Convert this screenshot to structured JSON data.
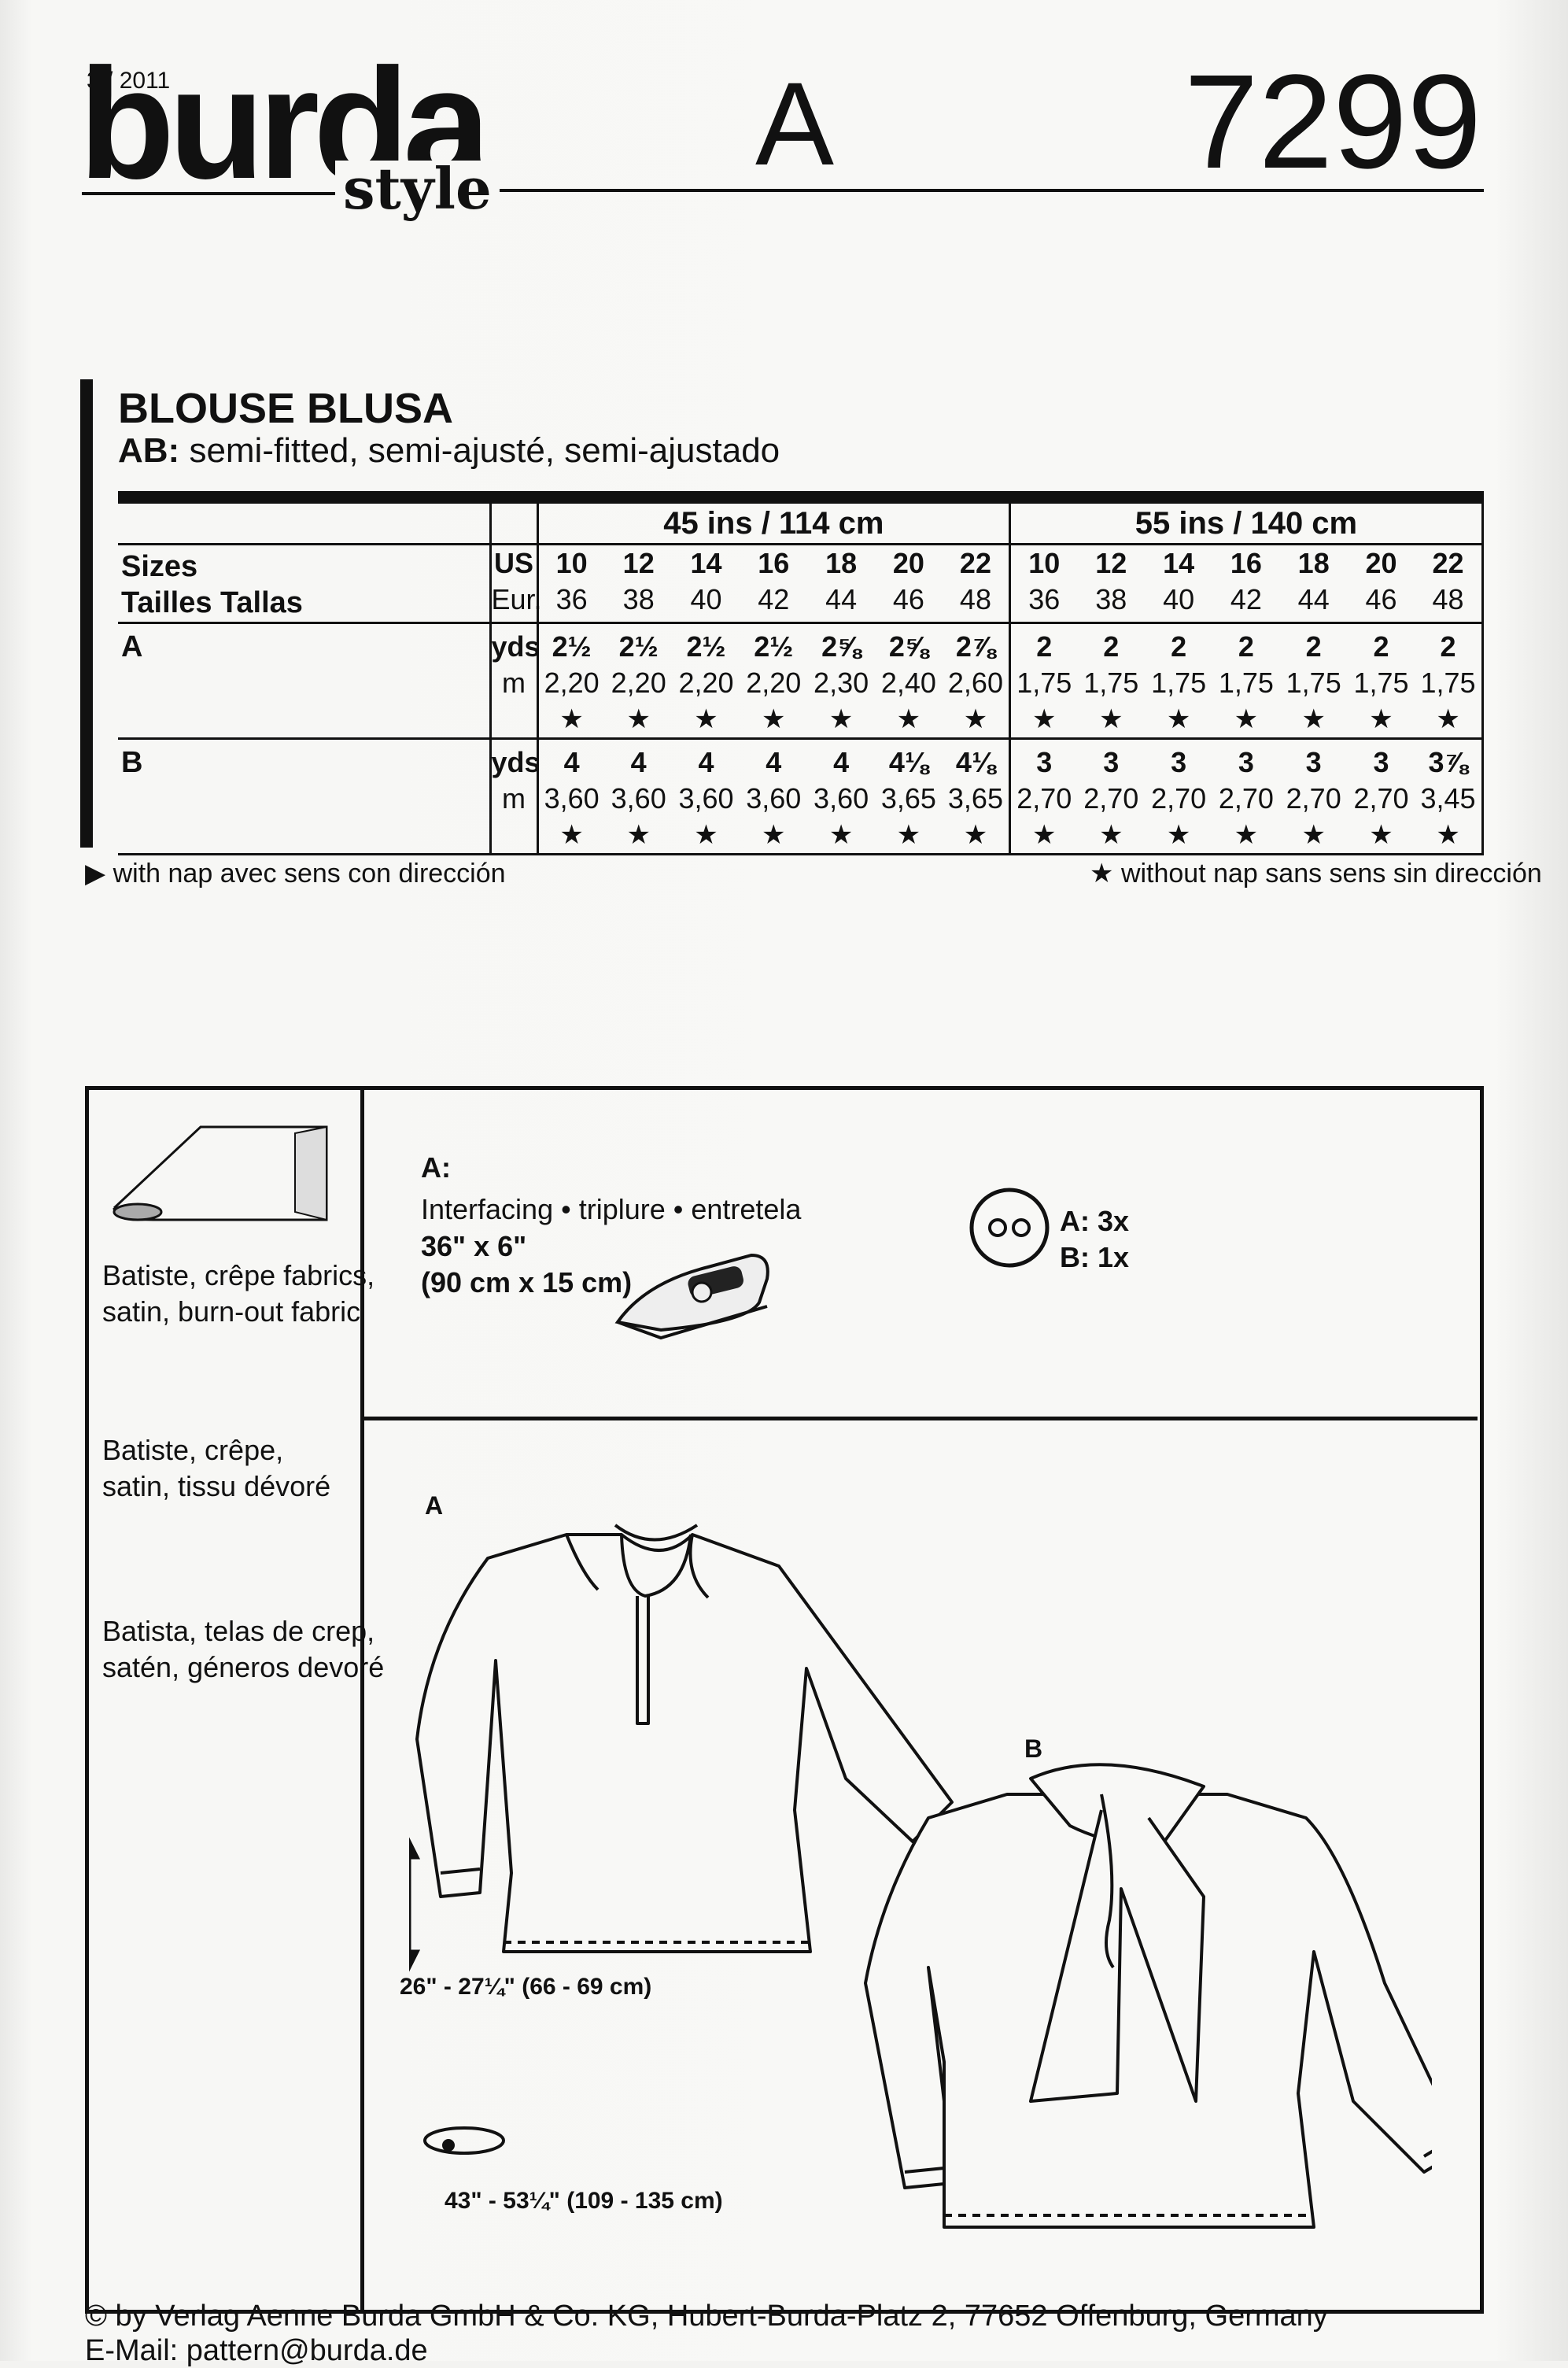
{
  "header": {
    "issue": "3 / 2011",
    "brand": "burda",
    "brand_sub": "style",
    "view": "A",
    "pattern_number": "7299"
  },
  "garment": {
    "title": "BLOUSE  BLUSA",
    "subtitle_label": "AB:",
    "subtitle": "semi-fitted, semi-ajusté, semi-ajustado"
  },
  "yardage_table": {
    "fabric_widths": [
      "45 ins / 114 cm",
      "55 ins / 140 cm"
    ],
    "size_row_label": [
      "Sizes",
      "Tailles  Tallas"
    ],
    "size_units": [
      "US",
      "Eur."
    ],
    "us_sizes": [
      "10",
      "12",
      "14",
      "16",
      "18",
      "20",
      "22",
      "10",
      "12",
      "14",
      "16",
      "18",
      "20",
      "22"
    ],
    "eur_sizes": [
      "36",
      "38",
      "40",
      "42",
      "44",
      "46",
      "48",
      "36",
      "38",
      "40",
      "42",
      "44",
      "46",
      "48"
    ],
    "unit_labels": [
      "yds",
      "m"
    ],
    "views": [
      {
        "label": "A",
        "yds": [
          "2½",
          "2½",
          "2½",
          "2½",
          "2⅝",
          "2⅝",
          "2⅞",
          "2",
          "2",
          "2",
          "2",
          "2",
          "2",
          "2"
        ],
        "m": [
          "2,20",
          "2,20",
          "2,20",
          "2,20",
          "2,30",
          "2,40",
          "2,60",
          "1,75",
          "1,75",
          "1,75",
          "1,75",
          "1,75",
          "1,75",
          "1,75"
        ]
      },
      {
        "label": "B",
        "yds": [
          "4",
          "4",
          "4",
          "4",
          "4",
          "4⅛",
          "4⅛",
          "3",
          "3",
          "3",
          "3",
          "3",
          "3",
          "3⅞"
        ],
        "m": [
          "3,60",
          "3,60",
          "3,60",
          "3,60",
          "3,60",
          "3,65",
          "3,65",
          "2,70",
          "2,70",
          "2,70",
          "2,70",
          "2,70",
          "2,70",
          "3,45"
        ]
      }
    ],
    "star": "★"
  },
  "legend": {
    "with_nap": "with nap  avec sens  con dirección",
    "without_nap": "without nap  sans sens  sin dirección"
  },
  "fabrics": {
    "en": [
      "Batiste, crêpe fabrics,",
      "satin, burn-out fabric"
    ],
    "fr": [
      "Batiste, crêpe,",
      "satin, tissu dévoré"
    ],
    "es": [
      "Batista, telas de crep,",
      "satén, géneros devoré"
    ]
  },
  "notions": {
    "view_label": "A:",
    "interfacing": "Interfacing • triplure • entretela",
    "size_in": "36\" x 6\"",
    "size_cm": "(90 cm x 15 cm)",
    "buttons_a": "A: 3x",
    "buttons_b": "B: 1x"
  },
  "illustration": {
    "label_a": "A",
    "label_b": "B",
    "length": "26\" - 27¼\" (66 - 69 cm)",
    "width": "43\" - 53¼\" (109 - 135 cm)"
  },
  "footer": {
    "copyright": "© by Verlag Aenne Burda GmbH & Co. KG, Hubert-Burda-Platz 2, 77652 Offenburg, Germany",
    "email": "E-Mail: pattern@burda.de"
  }
}
